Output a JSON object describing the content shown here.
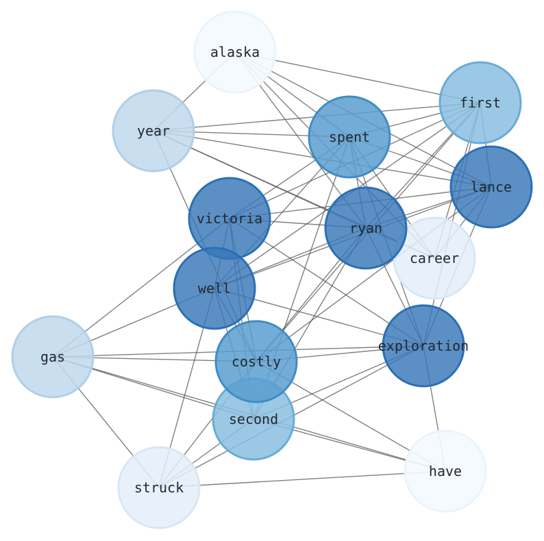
{
  "diagram": {
    "type": "network",
    "nodes": [
      {
        "id": "alaska",
        "label": "alaska",
        "tier": 0
      },
      {
        "id": "year",
        "label": "year",
        "tier": 2
      },
      {
        "id": "spent",
        "label": "spent",
        "tier": 4
      },
      {
        "id": "first",
        "label": "first",
        "tier": 3
      },
      {
        "id": "lance",
        "label": "lance",
        "tier": 5
      },
      {
        "id": "victoria",
        "label": "victoria",
        "tier": 5
      },
      {
        "id": "ryan",
        "label": "ryan",
        "tier": 5
      },
      {
        "id": "career",
        "label": "career",
        "tier": 1
      },
      {
        "id": "well",
        "label": "well",
        "tier": 5
      },
      {
        "id": "gas",
        "label": "gas",
        "tier": 2
      },
      {
        "id": "costly",
        "label": "costly",
        "tier": 4
      },
      {
        "id": "exploration",
        "label": "exploration",
        "tier": 5
      },
      {
        "id": "second",
        "label": "second",
        "tier": 3
      },
      {
        "id": "have",
        "label": "have",
        "tier": 0
      },
      {
        "id": "struck",
        "label": "struck",
        "tier": 1
      }
    ],
    "tier_colors": {
      "0": {
        "fill": "#f4f9ff",
        "stroke": "#eaf3fd"
      },
      "1": {
        "fill": "#e4eef9",
        "stroke": "#d8e6f5"
      },
      "2": {
        "fill": "#c0d8ec",
        "stroke": "#b0cfe8"
      },
      "3": {
        "fill": "#8ac0e0",
        "stroke": "#6aabd6"
      },
      "4": {
        "fill": "#5a9ecf",
        "stroke": "#3f8cc6"
      },
      "5": {
        "fill": "#3878b8",
        "stroke": "#2a6fb5"
      }
    },
    "edges": [
      [
        "alaska",
        "year"
      ],
      [
        "alaska",
        "first"
      ],
      [
        "alaska",
        "spent"
      ],
      [
        "alaska",
        "lance"
      ],
      [
        "alaska",
        "ryan"
      ],
      [
        "alaska",
        "career"
      ],
      [
        "year",
        "first"
      ],
      [
        "year",
        "spent"
      ],
      [
        "year",
        "lance"
      ],
      [
        "year",
        "ryan"
      ],
      [
        "year",
        "career"
      ],
      [
        "year",
        "costly"
      ],
      [
        "spent",
        "first"
      ],
      [
        "spent",
        "lance"
      ],
      [
        "spent",
        "victoria"
      ],
      [
        "spent",
        "well"
      ],
      [
        "spent",
        "ryan"
      ],
      [
        "spent",
        "exploration"
      ],
      [
        "spent",
        "career"
      ],
      [
        "spent",
        "second"
      ],
      [
        "first",
        "lance"
      ],
      [
        "first",
        "victoria"
      ],
      [
        "first",
        "well"
      ],
      [
        "first",
        "ryan"
      ],
      [
        "first",
        "career"
      ],
      [
        "first",
        "costly"
      ],
      [
        "first",
        "exploration"
      ],
      [
        "lance",
        "victoria"
      ],
      [
        "lance",
        "ryan"
      ],
      [
        "lance",
        "well"
      ],
      [
        "lance",
        "career"
      ],
      [
        "lance",
        "exploration"
      ],
      [
        "lance",
        "costly"
      ],
      [
        "victoria",
        "ryan"
      ],
      [
        "victoria",
        "gas"
      ],
      [
        "victoria",
        "well"
      ],
      [
        "victoria",
        "costly"
      ],
      [
        "victoria",
        "exploration"
      ],
      [
        "victoria",
        "second"
      ],
      [
        "ryan",
        "well"
      ],
      [
        "ryan",
        "career"
      ],
      [
        "ryan",
        "costly"
      ],
      [
        "ryan",
        "second"
      ],
      [
        "ryan",
        "exploration"
      ],
      [
        "well",
        "gas"
      ],
      [
        "well",
        "exploration"
      ],
      [
        "well",
        "costly"
      ],
      [
        "well",
        "second"
      ],
      [
        "well",
        "struck"
      ],
      [
        "gas",
        "costly"
      ],
      [
        "gas",
        "exploration"
      ],
      [
        "gas",
        "second"
      ],
      [
        "gas",
        "have"
      ],
      [
        "gas",
        "struck"
      ],
      [
        "costly",
        "exploration"
      ],
      [
        "costly",
        "have"
      ],
      [
        "costly",
        "struck"
      ],
      [
        "exploration",
        "second"
      ],
      [
        "exploration",
        "struck"
      ],
      [
        "exploration",
        "have"
      ],
      [
        "second",
        "have"
      ],
      [
        "second",
        "struck"
      ],
      [
        "have",
        "struck"
      ]
    ]
  }
}
